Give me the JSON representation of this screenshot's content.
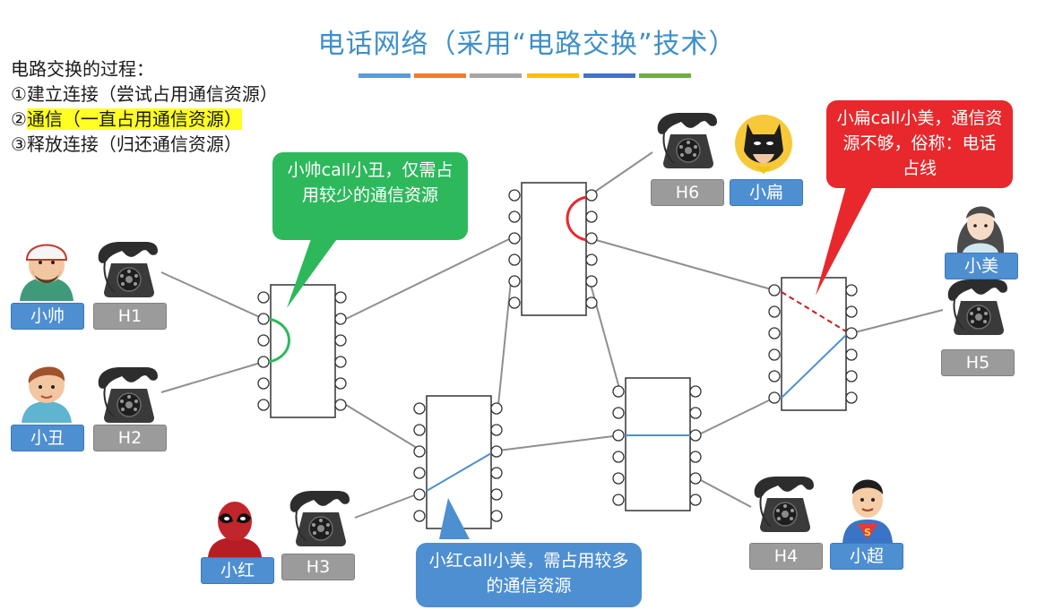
{
  "title": "电话网络（采用“电路交换”技术）",
  "color_bars": [
    "#5b9bd5",
    "#ed7d31",
    "#a5a5a5",
    "#ffc000",
    "#4472c4",
    "#70ad47"
  ],
  "steps": {
    "heading": "电路交换的过程：",
    "step1": "①建立连接（尝试占用通信资源）",
    "step2_prefix": "②",
    "step2_highlight": "通信（一直占用通信资源）",
    "step3": "③释放连接（归还通信资源）"
  },
  "people": {
    "xiaoshuai": "小帅",
    "xiaochou": "小丑",
    "xiaohong": "小红",
    "xiaobian": "小扁",
    "xiaomei": "小美",
    "xiaochao": "小超"
  },
  "hosts": {
    "h1": "H1",
    "h2": "H2",
    "h3": "H3",
    "h4": "H4",
    "h5": "H5",
    "h6": "H6"
  },
  "callouts": {
    "green": "小帅call小丑，仅需占用较少的通信资源",
    "blue": "小红call小美，需占用较多的通信资源",
    "red": "小扁call小美，通信资源不够，俗称：电话占线"
  },
  "colors": {
    "green": "#2eb85c",
    "blue": "#4e8fd1",
    "red": "#e8282c",
    "title": "#3f8fc7"
  }
}
